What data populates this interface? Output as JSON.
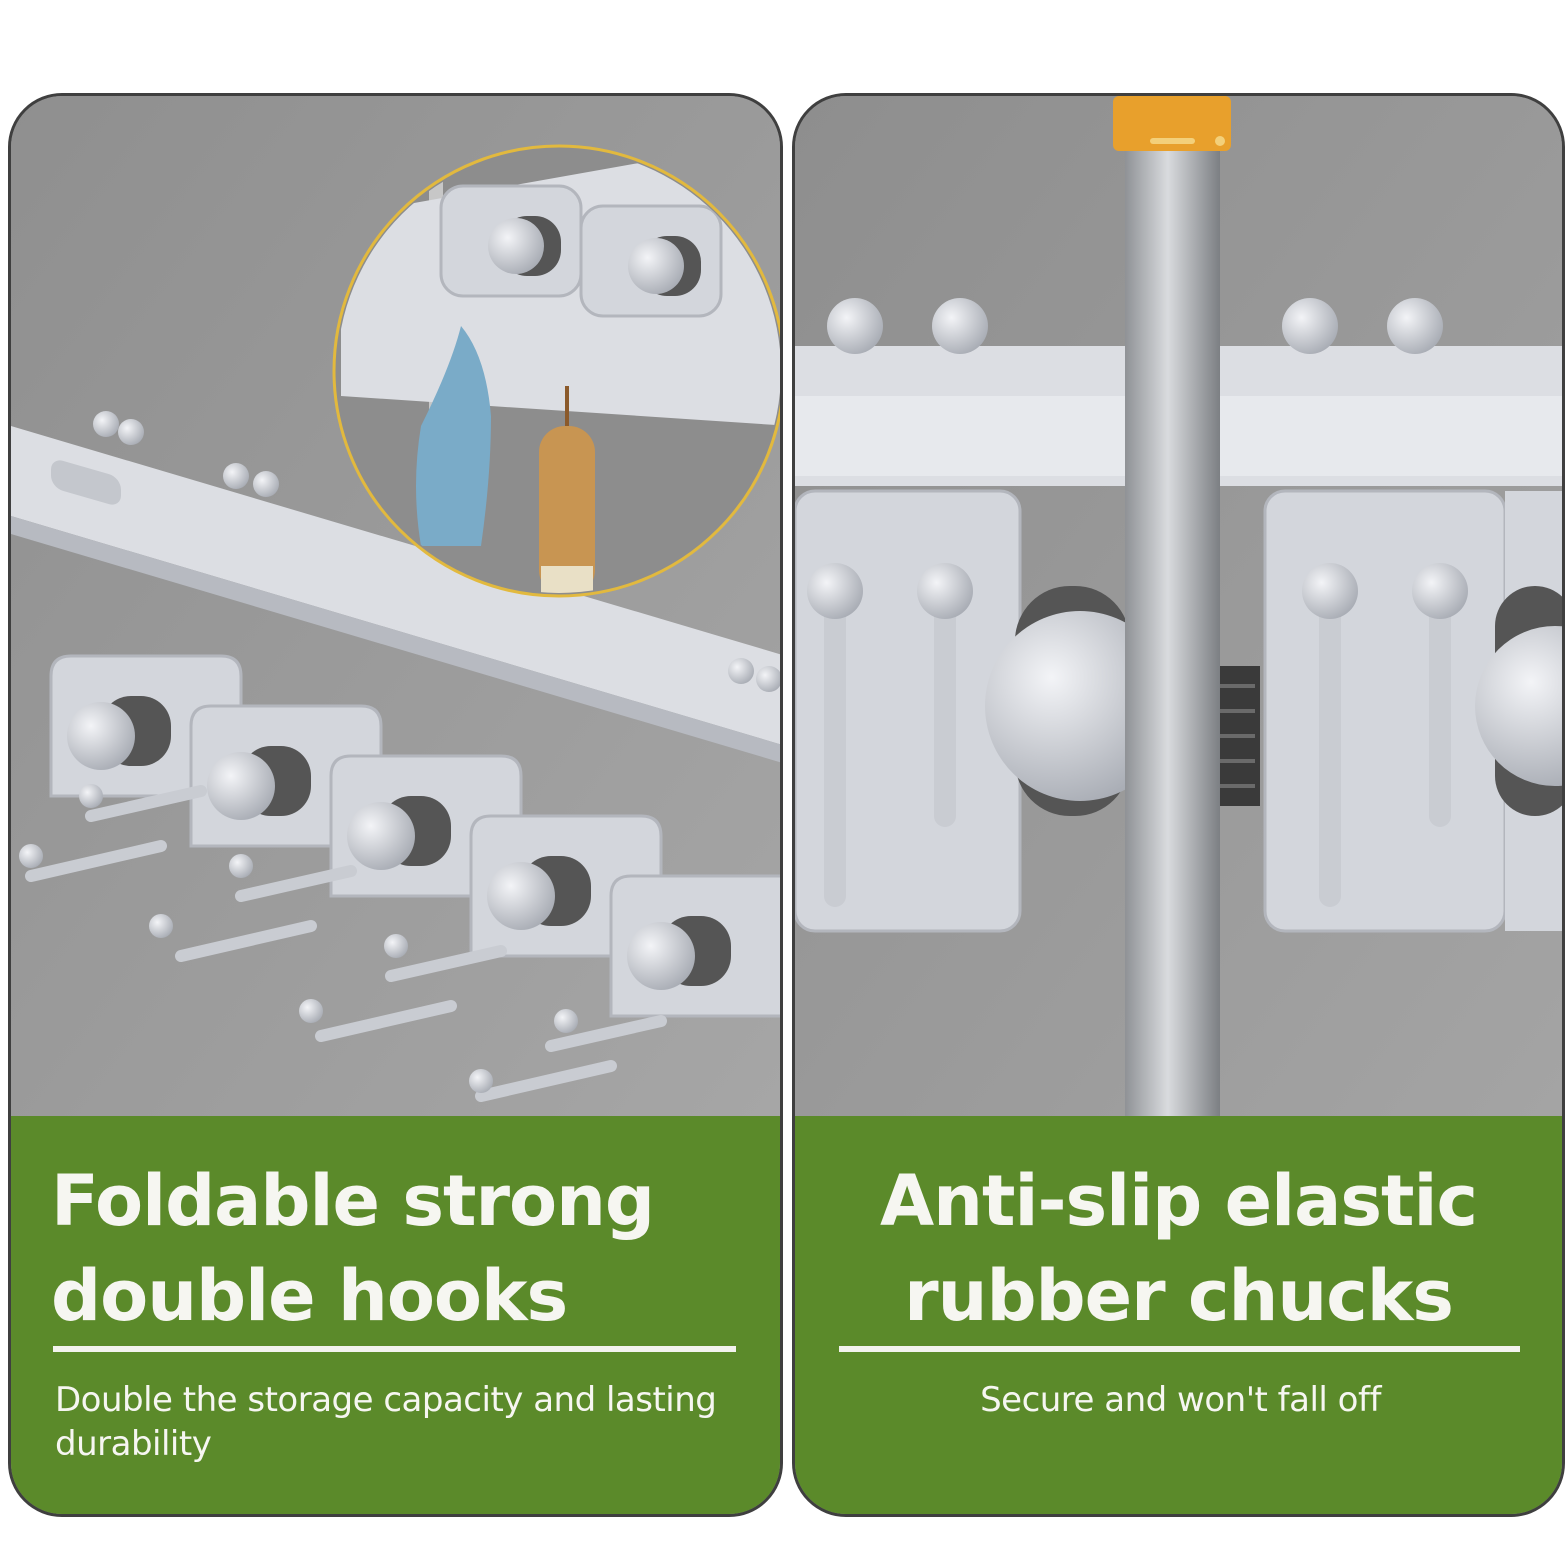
{
  "cards": [
    {
      "title_line1": "Foldable strong",
      "title_line2": "double hooks",
      "subtitle": "Double the storage capacity and lasting durability",
      "photo_icon": "wall-mounted-rack-with-hooks",
      "inset_icon": "towel-and-brush-on-hook"
    },
    {
      "title_line1": "Anti-slip elastic",
      "title_line2": "rubber chucks",
      "subtitle": "Secure and won't fall off",
      "photo_icon": "mop-handle-in-rubber-chuck"
    }
  ],
  "colors": {
    "panel_green": "#5b8a2a",
    "wall_gray": "#9a9a9a",
    "plastic_gray": "#d3d6dc",
    "rubber_dark": "#555555",
    "handle_orange": "#e8a02c",
    "text_light": "#f6f6f1"
  }
}
